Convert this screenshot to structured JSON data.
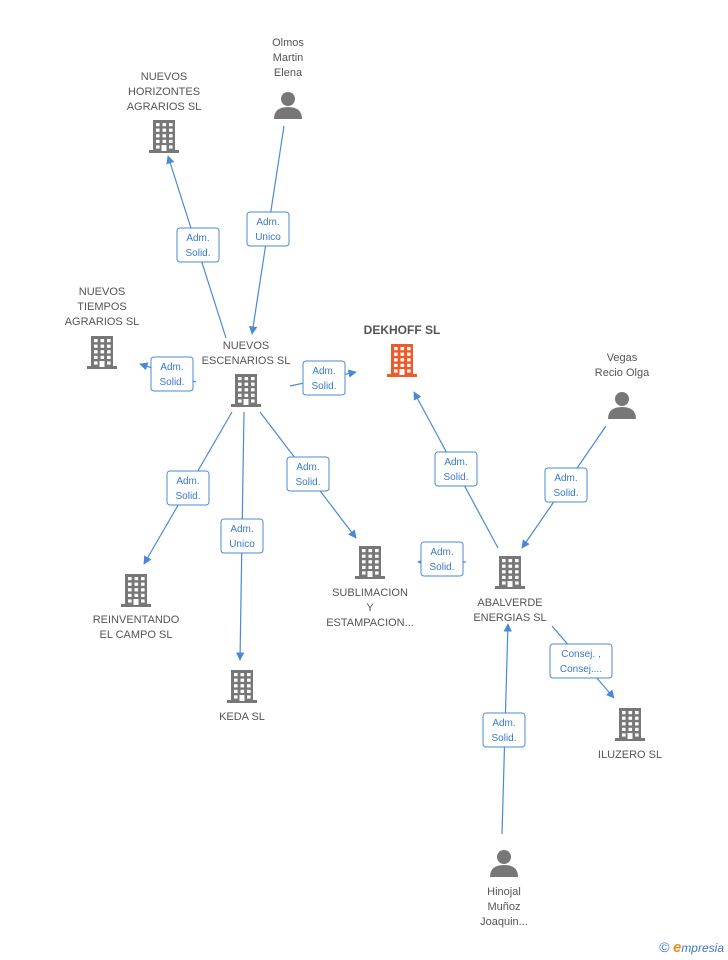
{
  "colors": {
    "edge": "#4a89d6",
    "company": "#777777",
    "main_company": "#f05a28",
    "person": "#777777"
  },
  "nodes": [
    {
      "id": "dekhoff",
      "type": "company",
      "main": true,
      "lines": [
        "DEKHOFF  SL"
      ]
    },
    {
      "id": "nuevos_escenarios",
      "type": "company",
      "lines": [
        "NUEVOS",
        "ESCENARIOS SL"
      ]
    },
    {
      "id": "nuevos_horizontes",
      "type": "company",
      "lines": [
        "NUEVOS",
        "HORIZONTES",
        "AGRARIOS  SL"
      ]
    },
    {
      "id": "nuevos_tiempos",
      "type": "company",
      "lines": [
        "NUEVOS",
        "TIEMPOS",
        "AGRARIOS  SL"
      ]
    },
    {
      "id": "olmos",
      "type": "person",
      "lines": [
        "Olmos",
        "Martin",
        "Elena"
      ]
    },
    {
      "id": "vegas",
      "type": "person",
      "lines": [
        "Vegas",
        "Recio Olga"
      ]
    },
    {
      "id": "reinventando",
      "type": "company",
      "lines": [
        "REINVENTANDO",
        "EL CAMPO  SL"
      ]
    },
    {
      "id": "keda",
      "type": "company",
      "lines": [
        "KEDA SL"
      ]
    },
    {
      "id": "sublimacion",
      "type": "company",
      "lines": [
        "SUBLIMACION",
        "Y",
        "ESTAMPACION..."
      ]
    },
    {
      "id": "abalverde",
      "type": "company",
      "lines": [
        "ABALVERDE",
        "ENERGIAS  SL"
      ]
    },
    {
      "id": "iluzero",
      "type": "company",
      "lines": [
        "ILUZERO  SL"
      ]
    },
    {
      "id": "hinojal",
      "type": "person",
      "lines": [
        "Hinojal",
        "Muñoz",
        "Joaquin..."
      ]
    }
  ],
  "edges": [
    {
      "from": "nuevos_escenarios",
      "to": "nuevos_horizontes",
      "lines": [
        "Adm.",
        "Solid."
      ]
    },
    {
      "from": "olmos",
      "to": "nuevos_escenarios",
      "lines": [
        "Adm.",
        "Unico"
      ]
    },
    {
      "from": "nuevos_escenarios",
      "to": "nuevos_tiempos",
      "lines": [
        "Adm.",
        "Solid."
      ]
    },
    {
      "from": "nuevos_escenarios",
      "to": "dekhoff",
      "lines": [
        "Adm.",
        "Solid."
      ]
    },
    {
      "from": "nuevos_escenarios",
      "to": "reinventando",
      "lines": [
        "Adm.",
        "Solid."
      ]
    },
    {
      "from": "nuevos_escenarios",
      "to": "keda",
      "lines": [
        "Adm.",
        "Unico"
      ]
    },
    {
      "from": "nuevos_escenarios",
      "to": "sublimacion",
      "lines": [
        "Adm.",
        "Solid."
      ]
    },
    {
      "from": "abalverde",
      "to": "dekhoff",
      "lines": [
        "Adm.",
        "Solid."
      ]
    },
    {
      "from": "vegas",
      "to": "abalverde",
      "lines": [
        "Adm.",
        "Solid."
      ]
    },
    {
      "from": "abalverde",
      "to": "sublimacion",
      "lines": [
        "Adm.",
        "Solid."
      ]
    },
    {
      "from": "abalverde",
      "to": "iluzero",
      "lines": [
        "Consej. ,",
        "Consej...."
      ]
    },
    {
      "from": "hinojal",
      "to": "abalverde",
      "lines": [
        "Adm.",
        "Solid."
      ]
    }
  ],
  "footer": {
    "copyright_symbol": "©",
    "brand_initial": "e",
    "brand_rest": "mpresia"
  }
}
